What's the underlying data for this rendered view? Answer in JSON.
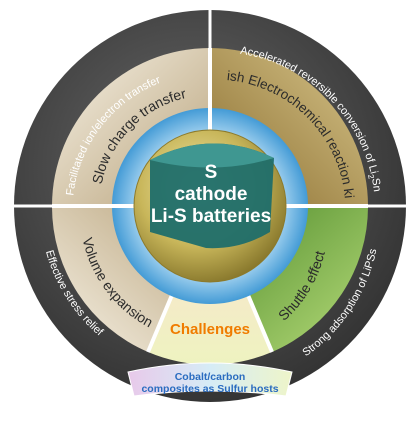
{
  "center": {
    "line1": "S",
    "line2": "cathode",
    "line3": "Li-S batteries"
  },
  "middle_ring": {
    "top_left": "Slow charge transfer",
    "top_right": "Sluggish Electrochemical reaction kinetics",
    "bottom_left": "Volume expansion",
    "bottom_right": "Shuttle effect",
    "bottom": "Challenges"
  },
  "outer_ring": {
    "top_left": "Facilitated ion/electron transfer",
    "top_right": "Accelerated reversible conversion of Li2Sn",
    "top_right_prefix": "Accelerated reversible conversion of Li",
    "top_right_sub": "2",
    "top_right_suffix": "Sn",
    "bottom_left": "Effective stress relief",
    "bottom_right": "Strong adsorption of LiPSs"
  },
  "bottom_banner": {
    "line1": "Cobalt/carbon",
    "line2": "composites as Sulfur hosts"
  },
  "colors": {
    "outer_ring": "#3b3b3b",
    "middle_left": "#e9dfcb",
    "middle_top_right": "#b59a55",
    "middle_bottom_right": "#7fb446",
    "middle_bottom": "#f1f2c4",
    "inner_ring_blue": "#2a8fd0",
    "sphere": "#c9b95a",
    "cathode_face": "#1f6e6a",
    "challenges_text": "#f07c00",
    "banner_text": "#2a6cc0"
  }
}
